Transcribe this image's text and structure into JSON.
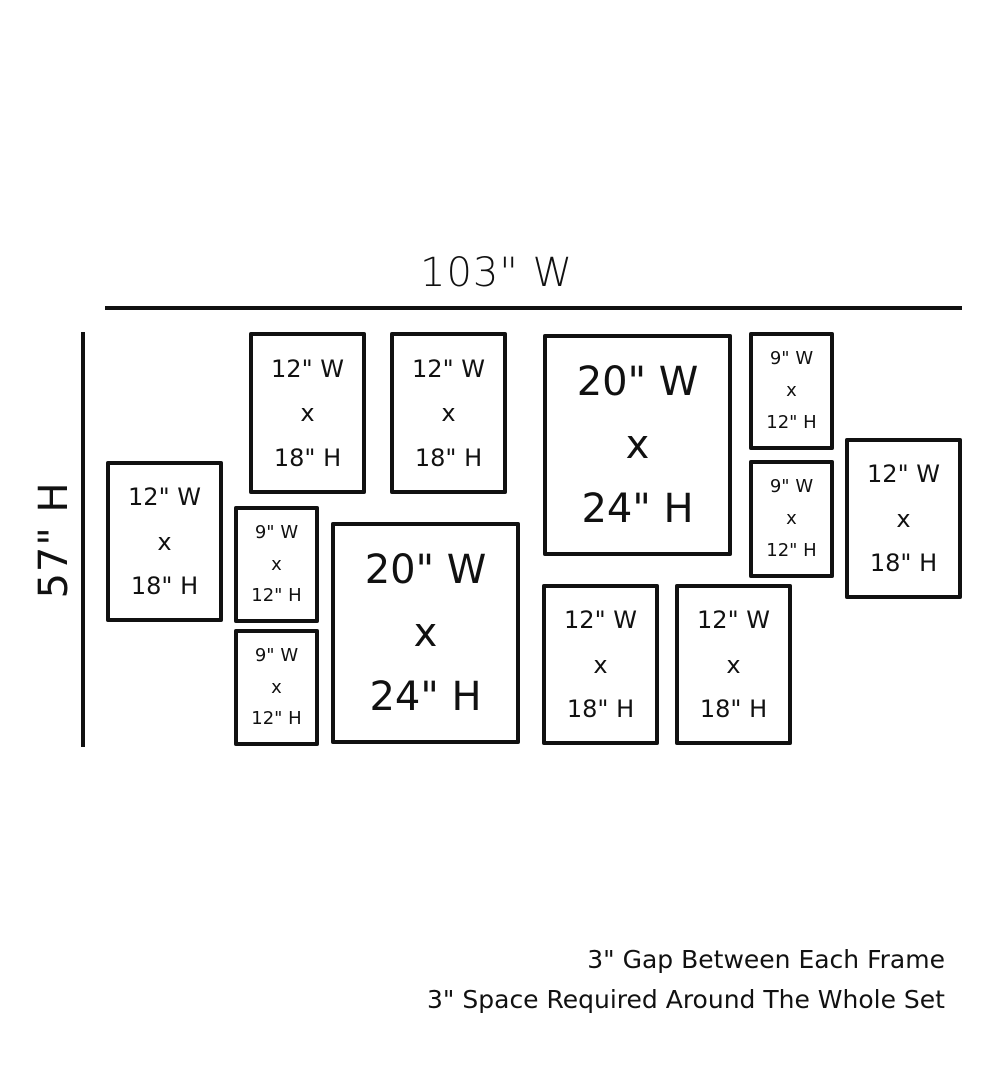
{
  "dimensions": {
    "total_width_label": "103\" W",
    "total_height_label": "57\" H"
  },
  "frames": [
    {
      "width_label": "12\" W",
      "sep": "x",
      "height_label": "18\" H"
    },
    {
      "width_label": "12\" W",
      "sep": "x",
      "height_label": "18\" H"
    },
    {
      "width_label": "12\" W",
      "sep": "x",
      "height_label": "18\" H"
    },
    {
      "width_label": "9\" W",
      "sep": "x",
      "height_label": "12\" H"
    },
    {
      "width_label": "9\" W",
      "sep": "x",
      "height_label": "12\" H"
    },
    {
      "width_label": "20\" W",
      "sep": "x",
      "height_label": "24\" H"
    },
    {
      "width_label": "20\" W",
      "sep": "x",
      "height_label": "24\" H"
    },
    {
      "width_label": "9\" W",
      "sep": "x",
      "height_label": "12\" H"
    },
    {
      "width_label": "9\" W",
      "sep": "x",
      "height_label": "12\" H"
    },
    {
      "width_label": "12\" W",
      "sep": "x",
      "height_label": "18\" H"
    },
    {
      "width_label": "12\" W",
      "sep": "x",
      "height_label": "18\" H"
    },
    {
      "width_label": "12\" W",
      "sep": "x",
      "height_label": "18\" H"
    }
  ],
  "notes": {
    "gap": "3\" Gap Between Each Frame",
    "space": "3\" Space Required Around The Whole Set"
  }
}
